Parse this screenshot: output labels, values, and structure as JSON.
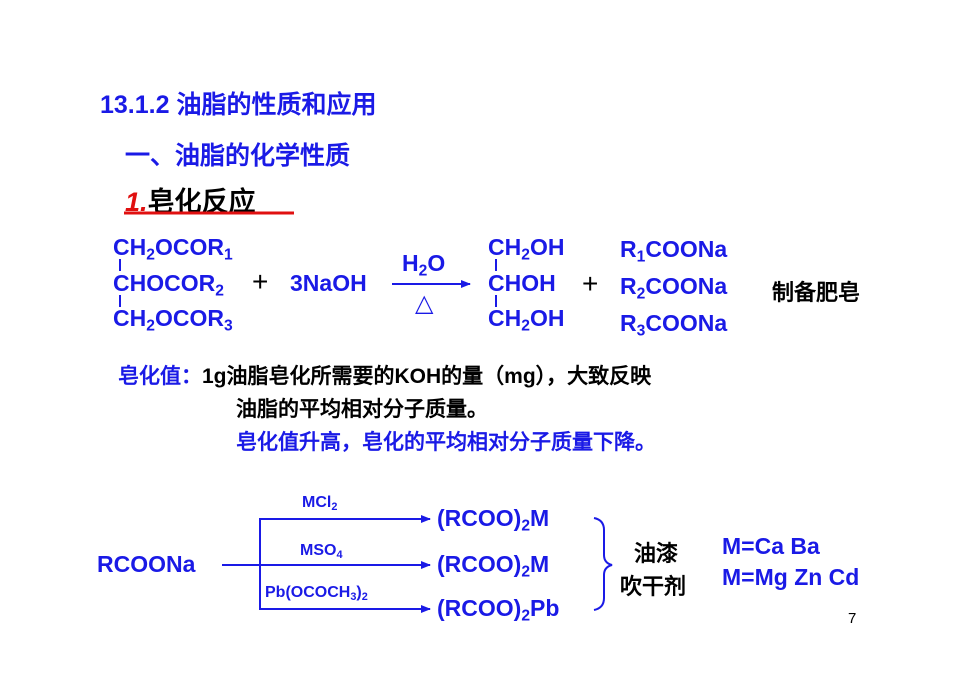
{
  "slide": {
    "section_title": "13.1.2 油脂的性质和应用",
    "subsection_title": "一、油脂的化学性质",
    "item": {
      "number": "1.",
      "label": "皂化反应"
    },
    "page_number": "7"
  },
  "reaction1": {
    "reactants": [
      {
        "a": "CH",
        "s1": "2",
        "b": "OCOR",
        "s2": "1"
      },
      {
        "a": "CHOCOR",
        "s1": "2",
        "b": "",
        "s2": ""
      },
      {
        "a": "CH",
        "s1": "2",
        "b": "OCOR",
        "s2": "3"
      }
    ],
    "plus": "+",
    "reagent": "3NaOH",
    "condition_top": {
      "a": "H",
      "s": "2",
      "b": "O"
    },
    "condition_bottom": "△",
    "product_glycerol": [
      {
        "a": "CH",
        "s": "2",
        "b": "OH"
      },
      {
        "a": "CHOH",
        "s": "",
        "b": ""
      },
      {
        "a": "CH",
        "s": "2",
        "b": "OH"
      }
    ],
    "product_salts": [
      {
        "a": "R",
        "s": "1",
        "b": "COONa"
      },
      {
        "a": "R",
        "s": "2",
        "b": "COONa"
      },
      {
        "a": "R",
        "s": "3",
        "b": "COONa"
      }
    ],
    "note": "制备肥皂"
  },
  "saponification_value": {
    "label": "皂化值：",
    "definition": "1g油脂皂化所需要的KOH的量（mg），大致反映",
    "definition_cont": "油脂的平均相对分子质量。",
    "note": "皂化值升高，皂化的平均相对分子质量下降。"
  },
  "reaction2": {
    "reactant": "RCOONa",
    "reagents": [
      {
        "a": "MCl",
        "s": "2",
        "b": ""
      },
      {
        "a": "MSO",
        "s": "4",
        "b": ""
      },
      {
        "a": "Pb(OCOCH",
        "s": "3",
        "b": ")",
        "s2": "2"
      }
    ],
    "products": [
      {
        "a": "(RCOO)",
        "s": "2",
        "b": "M"
      },
      {
        "a": "(RCOO)",
        "s": "2",
        "b": "M"
      },
      {
        "a": "(RCOO)",
        "s": "2",
        "b": "Pb"
      }
    ],
    "use_line1": "油漆",
    "use_line2": "吹干剂",
    "metals_line1": "M=Ca Ba",
    "metals_line2": "M=Mg Zn Cd"
  }
}
